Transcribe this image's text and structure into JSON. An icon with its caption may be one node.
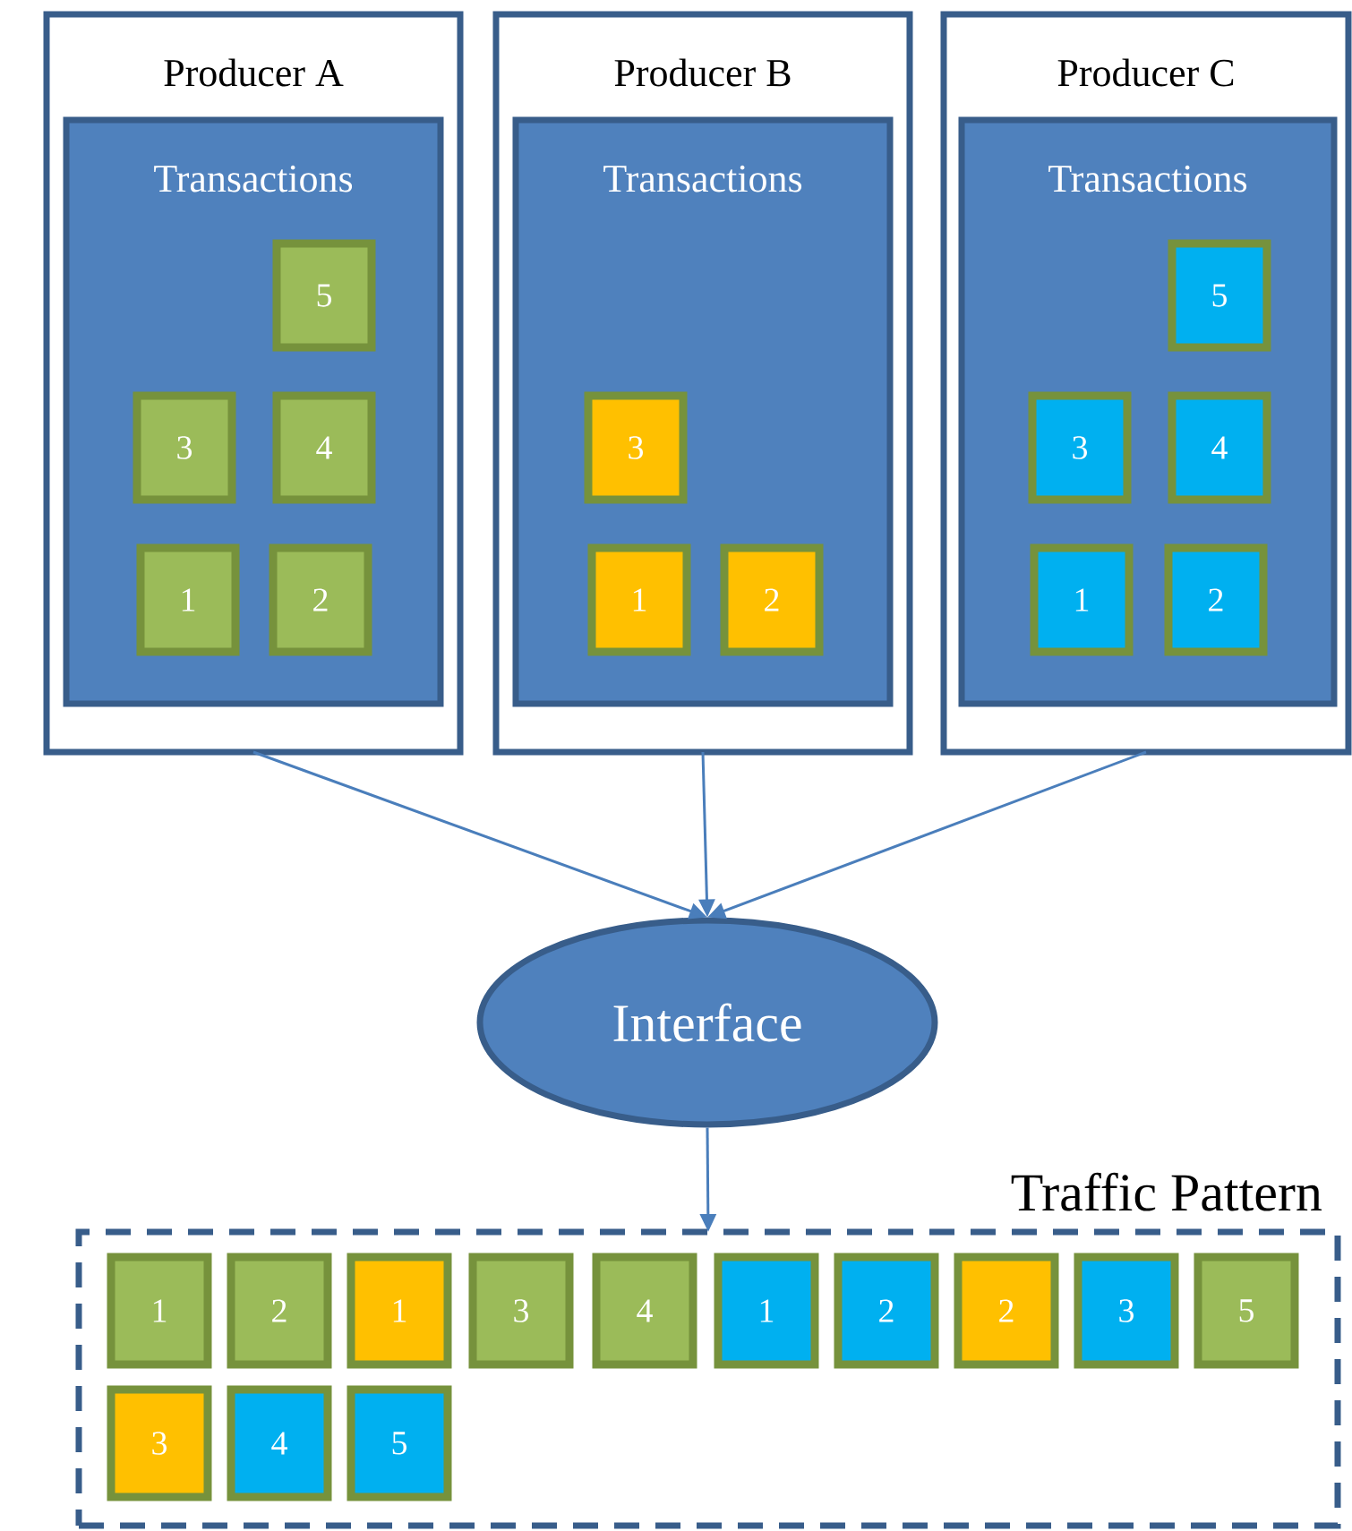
{
  "diagram": {
    "nodes": [
      {
        "text": [
          "Producer A"
        ]
      },
      {
        "text": [
          "Transactions"
        ],
        "in": 0
      },
      {
        "text": [
          "5"
        ],
        "in": 1
      },
      {
        "text": [
          "3"
        ],
        "in": 1
      },
      {
        "text": [
          "4"
        ],
        "in": 1
      },
      {
        "text": [
          "1"
        ],
        "in": 1
      },
      {
        "text": [
          "2"
        ],
        "in": 1
      },
      {
        "text": [
          "Producer B"
        ]
      },
      {
        "text": [
          "Transactions"
        ],
        "in": 7
      },
      {
        "text": [
          "3"
        ],
        "in": 8
      },
      {
        "text": [
          "1"
        ],
        "in": 8
      },
      {
        "text": [
          "2"
        ],
        "in": 8
      },
      {
        "text": [
          "Producer C"
        ]
      },
      {
        "text": [
          "Transactions"
        ],
        "in": 12
      },
      {
        "text": [
          "5"
        ],
        "in": 13
      },
      {
        "text": [
          "3"
        ],
        "in": 13
      },
      {
        "text": [
          "4"
        ],
        "in": 13
      },
      {
        "text": [
          "1"
        ],
        "in": 13
      },
      {
        "text": [
          "2"
        ],
        "in": 13
      },
      {
        "text": [
          "Interface"
        ]
      },
      {
        "text": [
          "Traffic Pattern"
        ]
      },
      {
        "text": [
          "1"
        ],
        "in": 20
      },
      {
        "text": [
          "2"
        ],
        "in": 20
      },
      {
        "text": [
          "1"
        ],
        "in": 20
      },
      {
        "text": [
          "3"
        ],
        "in": 20
      },
      {
        "text": [
          "4"
        ],
        "in": 20
      },
      {
        "text": [
          "1"
        ],
        "in": 20
      },
      {
        "text": [
          "2"
        ],
        "in": 20
      },
      {
        "text": [
          "2"
        ],
        "in": 20
      },
      {
        "text": [
          "3"
        ],
        "in": 20
      },
      {
        "text": [
          "5"
        ],
        "in": 20
      },
      {
        "text": [
          "3"
        ],
        "in": 20
      },
      {
        "text": [
          "4"
        ],
        "in": 20
      },
      {
        "text": [
          "5"
        ],
        "in": 20
      }
    ],
    "edges": [
      {
        "from": 0,
        "to": 19,
        "arrow": "to"
      },
      {
        "from": 7,
        "to": 19,
        "arrow": "to"
      },
      {
        "from": 12,
        "to": 19,
        "arrow": "to"
      },
      {
        "from": 19,
        "to": 20,
        "arrow": "to"
      }
    ]
  }
}
